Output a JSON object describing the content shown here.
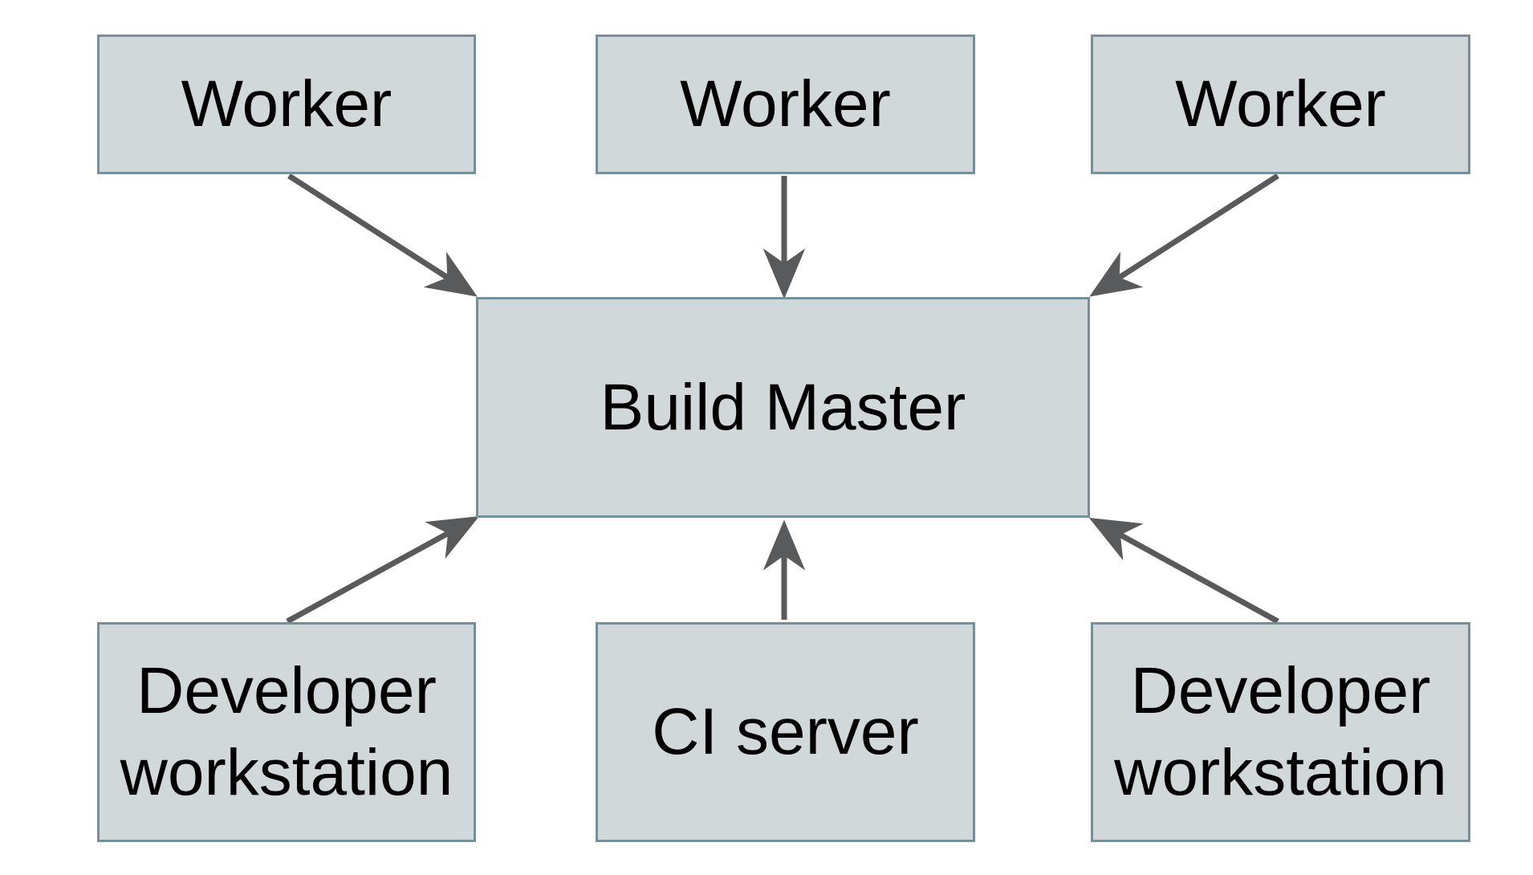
{
  "diagram": {
    "nodes": {
      "worker_1": {
        "label": "Worker"
      },
      "worker_2": {
        "label": "Worker"
      },
      "worker_3": {
        "label": "Worker"
      },
      "build_master": {
        "label": "Build Master"
      },
      "dev_workstation_left": {
        "label": "Developer workstation"
      },
      "ci_server": {
        "label": "CI server"
      },
      "dev_workstation_right": {
        "label": "Developer workstation"
      }
    },
    "edges": [
      {
        "from": "worker_1",
        "to": "build_master"
      },
      {
        "from": "worker_2",
        "to": "build_master"
      },
      {
        "from": "worker_3",
        "to": "build_master"
      },
      {
        "from": "dev_workstation_left",
        "to": "build_master"
      },
      {
        "from": "ci_server",
        "to": "build_master"
      },
      {
        "from": "dev_workstation_right",
        "to": "build_master"
      }
    ],
    "colors": {
      "node_fill": "#d1d8da",
      "node_border": "#75909a",
      "arrow": "#595a5b",
      "text": "#000000",
      "background": "#ffffff"
    }
  }
}
